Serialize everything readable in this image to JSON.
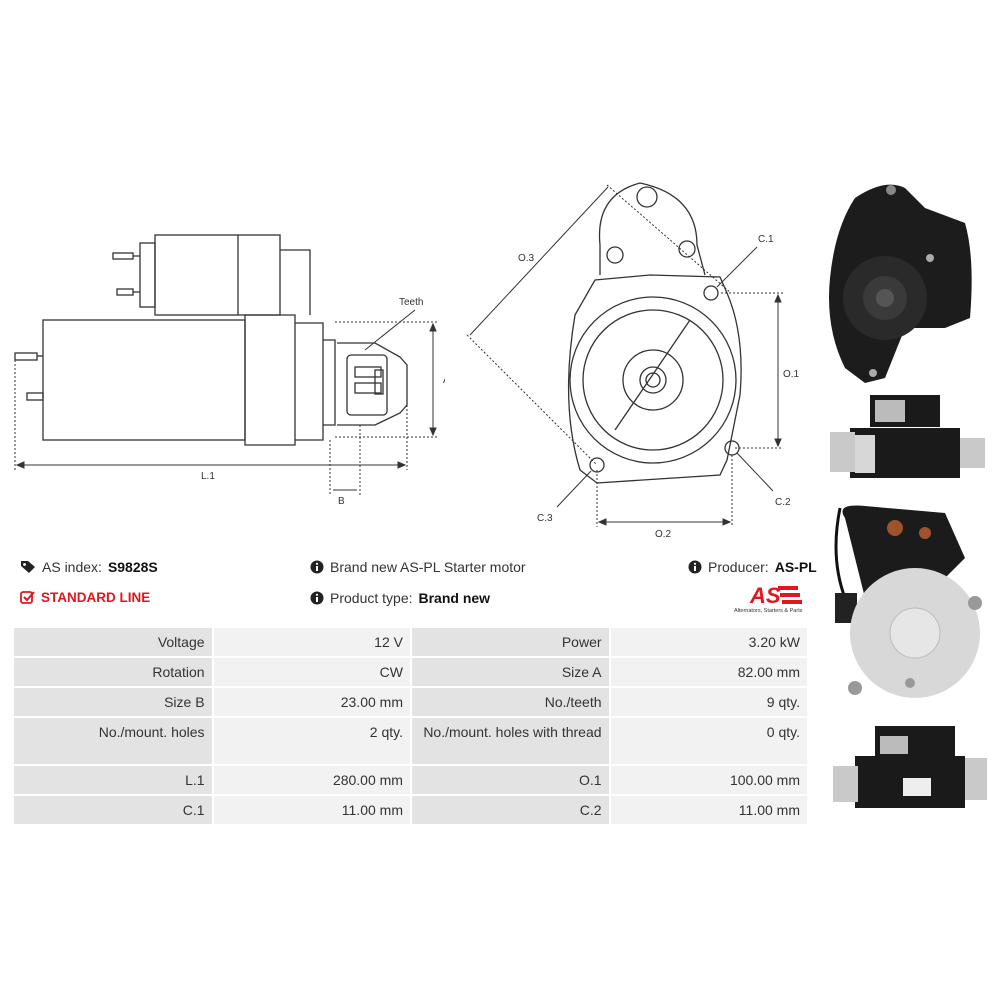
{
  "diagram": {
    "side_labels": {
      "teeth": "Teeth",
      "a": "A",
      "b": "B",
      "l1": "L.1"
    },
    "front_labels": {
      "c1": "C.1",
      "c2": "C.2",
      "c3": "C.3",
      "o1": "O.1",
      "o2": "O.2",
      "o3": "O.3"
    }
  },
  "info": {
    "as_index_label": "AS index:",
    "as_index_value": "S9828S",
    "line_label": "STANDARD LINE",
    "description": "Brand new AS-PL Starter motor",
    "product_type_label": "Product type:",
    "product_type_value": "Brand new",
    "producer_label": "Producer:",
    "producer_value": "AS-PL",
    "logo_text": "AS",
    "logo_tagline": "Alternators, Starters & Parts"
  },
  "specs": [
    {
      "l1": "Voltage",
      "v1": "12 V",
      "l2": "Power",
      "v2": "3.20 kW"
    },
    {
      "l1": "Rotation",
      "v1": "CW",
      "l2": "Size A",
      "v2": "82.00 mm"
    },
    {
      "l1": "Size B",
      "v1": "23.00 mm",
      "l2": "No./teeth",
      "v2": "9 qty."
    },
    {
      "l1": "No./mount. holes",
      "v1": "2 qty.",
      "l2": "No./mount. holes with thread",
      "v2": "0 qty."
    },
    {
      "l1": "L.1",
      "v1": "280.00 mm",
      "l2": "O.1",
      "v2": "100.00 mm"
    },
    {
      "l1": "C.1",
      "v1": "11.00 mm",
      "l2": "C.2",
      "v2": "11.00 mm"
    }
  ],
  "colors": {
    "accent_red": "#e2161c",
    "label_bg": "#e3e3e3",
    "value_bg": "#f2f2f2"
  }
}
